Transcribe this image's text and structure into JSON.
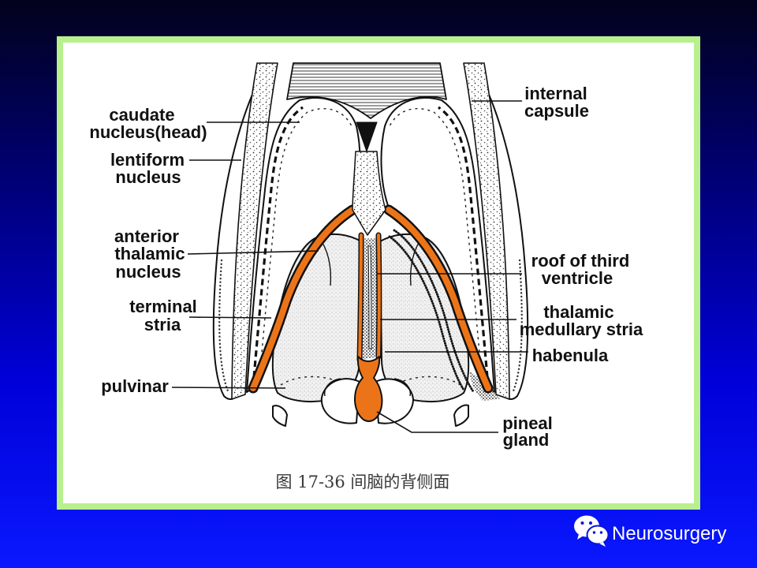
{
  "slide": {
    "colors": {
      "background_gradient": [
        "#02021c",
        "#00007a",
        "#0000d8",
        "#0a18ff"
      ],
      "panel_border": "#b8f08e",
      "panel_fill": "#ffffff",
      "stria_orange": "#ec7418",
      "label_text": "#111111",
      "caption_text": "#3a3a3a",
      "watermark_text": "#ffffff"
    },
    "figure": {
      "labels": {
        "caudate_nucleus_head": [
          "caudate",
          "nucleus(head)"
        ],
        "lentiform_nucleus": [
          "lentiform",
          "nucleus"
        ],
        "anterior_thalamic_nucleus": [
          "anterior",
          "thalamic",
          "nucleus"
        ],
        "terminal_stria": [
          "terminal",
          "stria"
        ],
        "pulvinar": [
          "pulvinar"
        ],
        "internal_capsule": [
          "internal",
          "capsule"
        ],
        "roof_of_third_ventricle": [
          "roof of third",
          "ventricle"
        ],
        "thalamic_medullary_stria": [
          "thalamic",
          "medullary stria"
        ],
        "habenula": [
          "habenula"
        ],
        "pineal_gland": [
          "pineal",
          "gland"
        ]
      },
      "caption": "图 17-36 间脑的背侧面"
    },
    "watermark": {
      "icon": "wechat-icon",
      "text": "Neurosurgery"
    }
  }
}
